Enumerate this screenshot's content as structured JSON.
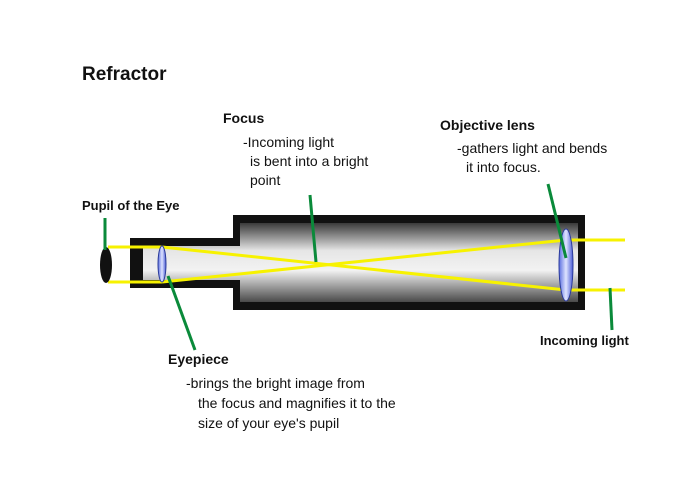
{
  "title": "Refractor",
  "labels": {
    "focus": {
      "name": "Focus",
      "desc": [
        "-Incoming light",
        "is bent into a bright",
        "point"
      ]
    },
    "objective": {
      "name": "Objective lens",
      "desc": [
        "-gathers light and bends",
        "it into focus."
      ]
    },
    "pupil": {
      "name": "Pupil of the Eye"
    },
    "eyepiece": {
      "name": "Eyepiece",
      "desc": [
        "-brings the bright image from",
        "the focus and magnifies it to the",
        "size of your eye's pupil"
      ]
    },
    "incoming": {
      "name": "Incoming light"
    }
  },
  "colors": {
    "light_ray": "#f7f200",
    "pointer": "#0a8a3a",
    "lens": "#8c9cf0",
    "tube_body": "#c9c9c9",
    "outline": "#111111"
  }
}
